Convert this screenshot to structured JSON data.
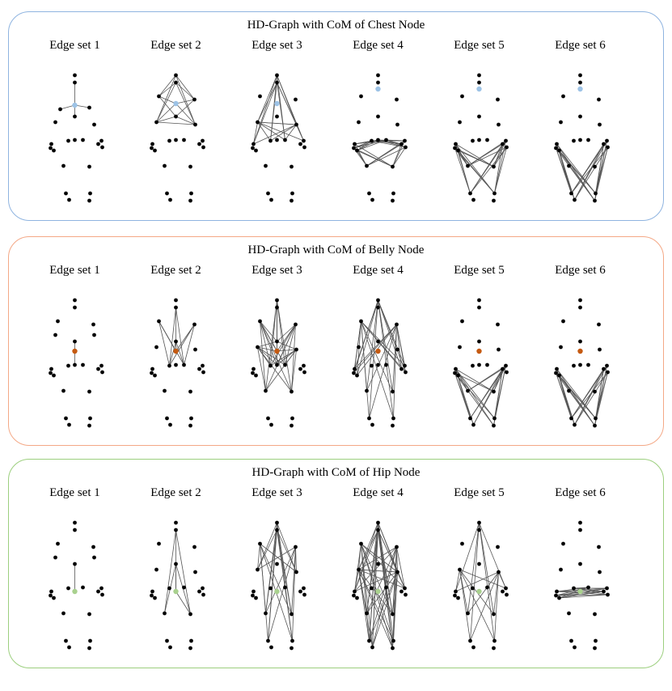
{
  "panels": [
    {
      "title": "HD-Graph with CoM of Chest Node",
      "accent": "#8fb4e0",
      "node_color": "#9dc3e6",
      "edge_sets": [
        "Edge set 1",
        "Edge set 2",
        "Edge set 3",
        "Edge set 4",
        "Edge set 5",
        "Edge set 6"
      ]
    },
    {
      "title": "HD-Graph with CoM of Belly Node",
      "accent": "#f4a886",
      "node_color": "#c55a11",
      "edge_sets": [
        "Edge set 1",
        "Edge set 2",
        "Edge set 3",
        "Edge set 4",
        "Edge set 5",
        "Edge set 6"
      ]
    },
    {
      "title": "HD-Graph with CoM of Hip Node",
      "accent": "#9ccf7e",
      "node_color": "#a9d18e",
      "edge_sets": [
        "Edge set 1",
        "Edge set 2",
        "Edge set 3",
        "Edge set 4",
        "Edge set 5",
        "Edge set 6"
      ]
    }
  ]
}
